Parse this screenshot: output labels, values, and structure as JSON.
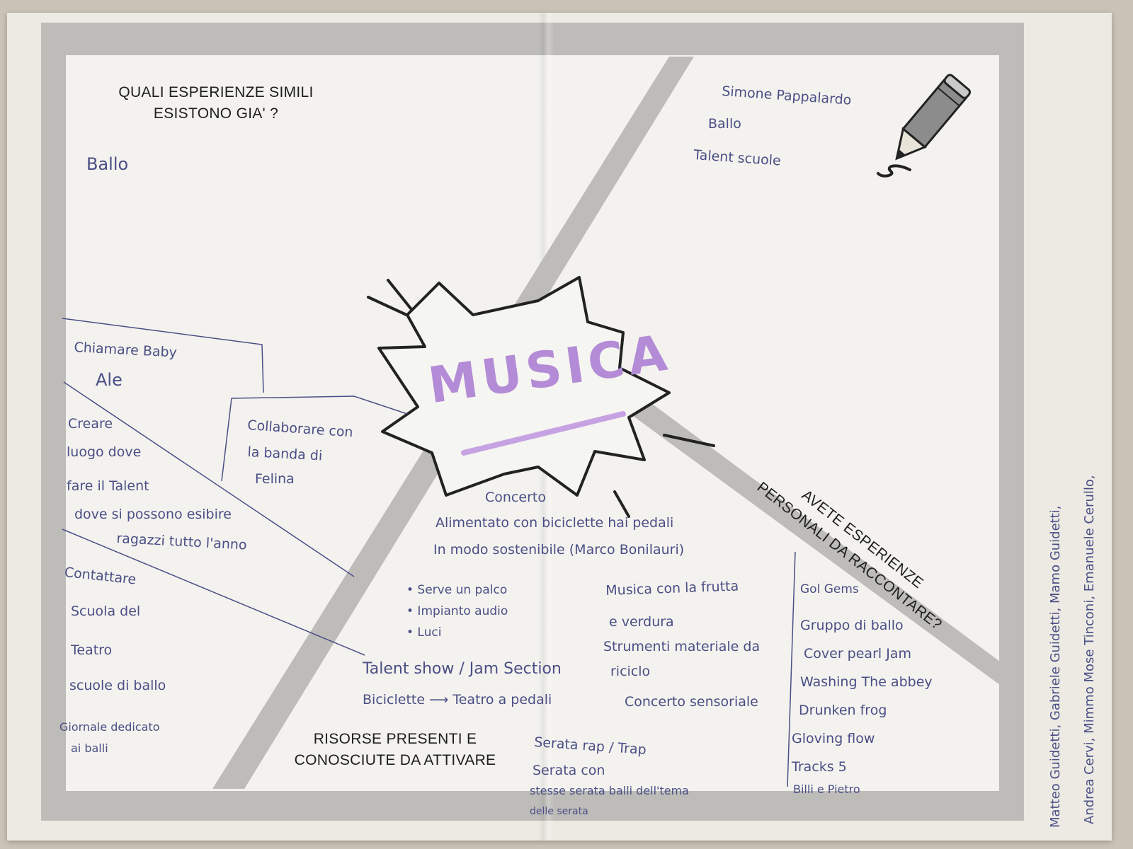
{
  "printed": {
    "top_left_heading_1": "QUALI ESPERIENZE SIMILI",
    "top_left_heading_2": "ESISTONO GIA' ?",
    "bottom_heading_1": "RISORSE PRESENTI E",
    "bottom_heading_2": "CONOSCIUTE DA ATTIVARE",
    "right_heading_1": "AVETE ESPERIENZE",
    "right_heading_2": "PERSONALI DA RACCONTARE?",
    "center_title": "MUSICA"
  },
  "top_left_notes": [
    "Ballo"
  ],
  "top_right_notes": [
    "Simone Pappalardo",
    "Ballo",
    "Talent scuole"
  ],
  "left_box_notes": {
    "box1": [
      "Chiamare Baby",
      "Ale"
    ],
    "box2": [
      "Collaborare con",
      "la banda di",
      "Felina"
    ],
    "box3": [
      "Creare",
      "luogo dove",
      "fare il Talent",
      "dove si possono esibire",
      "ragazzi tutto l'anno"
    ],
    "box4": [
      "Contattare",
      "Scuola del",
      "Teatro",
      "scuole di ballo",
      "Giornale dedicato",
      "ai balli"
    ]
  },
  "center_notes": {
    "concerto_lines": [
      "Concerto",
      "Alimentato con biciclette hai pedali",
      "In modo sostenibile (Marco Bonilauri)"
    ],
    "needs": [
      "• Serve un palco",
      "• Impianto audio",
      "• Luci"
    ],
    "musica_frutta": [
      "Musica con la frutta",
      "e verdura",
      "Strumenti materiale da",
      "riciclo"
    ],
    "talent": "Talent show / Jam Section",
    "bici": "Biciclette ⟶ Teatro a pedali",
    "sensoriale": "Concerto sensoriale",
    "serate": [
      "Serata rap / Trap",
      "Serata con",
      "stesse serata balli dell'tema",
      "delle serata"
    ]
  },
  "right_column_notes": [
    "Gol Gems",
    "Gruppo di ballo",
    "Cover pearl Jam",
    "Washing The abbey",
    "Drunken frog",
    "Gloving flow",
    "Tracks 5",
    "Billi e Pietro"
  ],
  "names_margin": [
    "Matteo Guidetti, Gabriele Guidetti, Mamo Guidetti,",
    "Andrea Cervi, Mimmo Mose Tinconi, Emanuele Cerullo,"
  ],
  "colors": {
    "ink": "#4a4f86",
    "frame": "#bdbcb8",
    "musica": "#b48bd6",
    "printed": "#1e1e1e"
  },
  "icons": [
    "pencil-icon",
    "explosion-burst"
  ]
}
